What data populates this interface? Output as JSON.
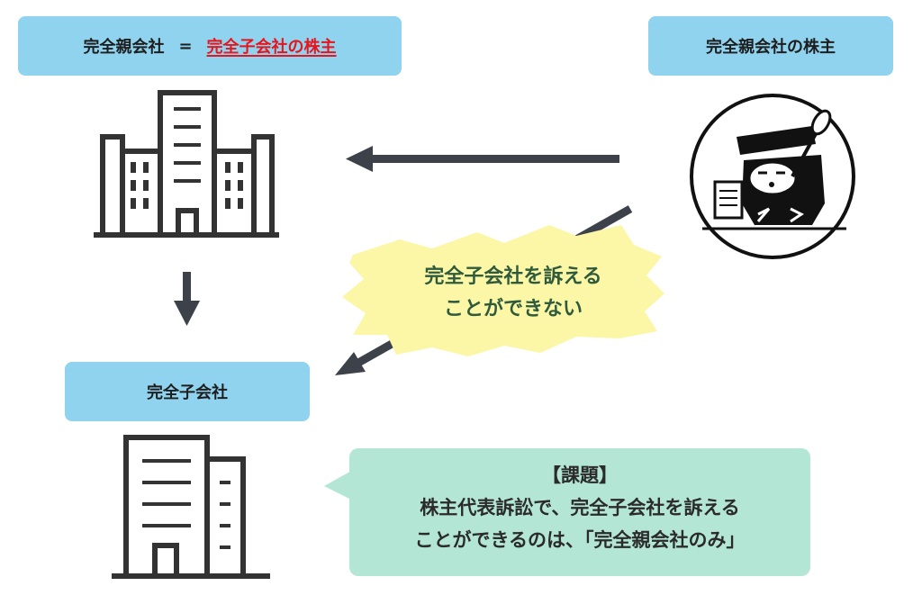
{
  "parent_company": {
    "name": "完全親会社",
    "equals": "=",
    "highlight": "完全子会社の株主"
  },
  "shareholder": {
    "label": "完全親会社の株主"
  },
  "subsidiary": {
    "label": "完全子会社"
  },
  "burst": {
    "line1": "完全子会社を訴える",
    "line2": "ことができない"
  },
  "note": {
    "title": "【課題】",
    "line1": "株主代表訴訟で、完全子会社を訴える",
    "line2": "ことができるのは、「完全親会社のみ」"
  },
  "colors": {
    "label_bg": "#8fd3ef",
    "highlight": "#e8141b",
    "burst_fill": "#fbf7a7",
    "burst_text": "#2f5a3c",
    "note_bg": "#b4e6d6",
    "arrow": "#3d4149"
  },
  "icons": {
    "parent": "office-building-icon",
    "subsidiary": "small-building-icon",
    "shareholder": "shareholder-person-icon"
  }
}
